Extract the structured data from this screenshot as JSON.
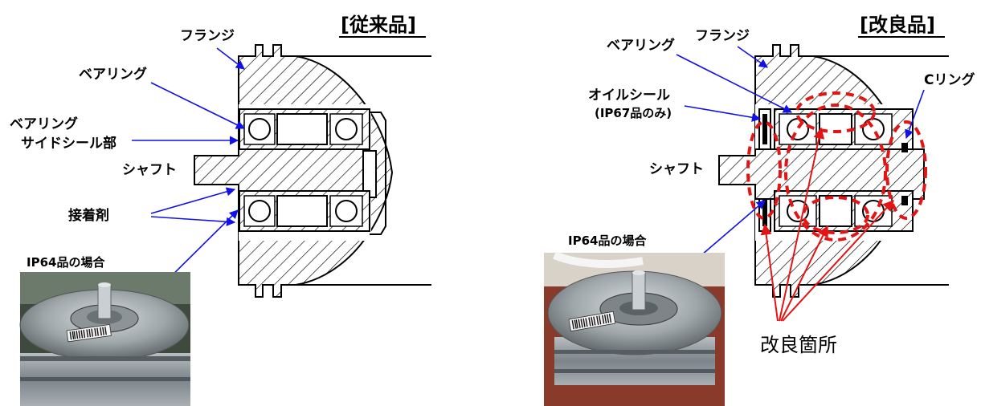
{
  "left": {
    "title": "[従来品]",
    "labels": {
      "flange": "フランジ",
      "bearing": "ベアリング",
      "side_seal_1": "ベアリング",
      "side_seal_2": "サイドシール部",
      "shaft": "シャフト",
      "adhesive": "接着剤",
      "photo_caption": "IP64品の場合"
    }
  },
  "right": {
    "title": "[改良品]",
    "labels": {
      "bearing": "ベアリング",
      "flange": "フランジ",
      "c_ring": "Cリング",
      "oil_seal_1": "オイルシール",
      "oil_seal_2": "(IP67品のみ)",
      "shaft": "シャフト",
      "photo_caption": "IP64品の場合",
      "improved": "改良箇所"
    }
  },
  "colors": {
    "leader_blue": "#1010e8",
    "highlight_red": "#e41414",
    "outline": "#000000"
  }
}
